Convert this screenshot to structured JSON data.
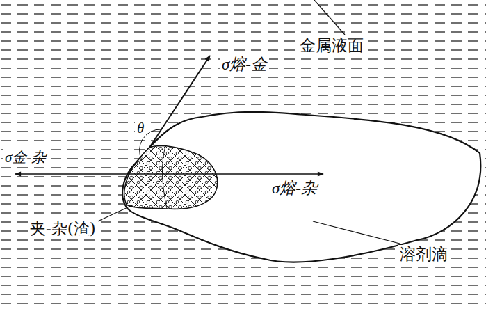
{
  "diagram": {
    "labels": [
      "金属液面",
      "σ熔-金",
      "θ",
      "σ金-杂",
      "σ熔-杂",
      "夹-杂(渣)",
      "溶剂滴"
    ]
  }
}
